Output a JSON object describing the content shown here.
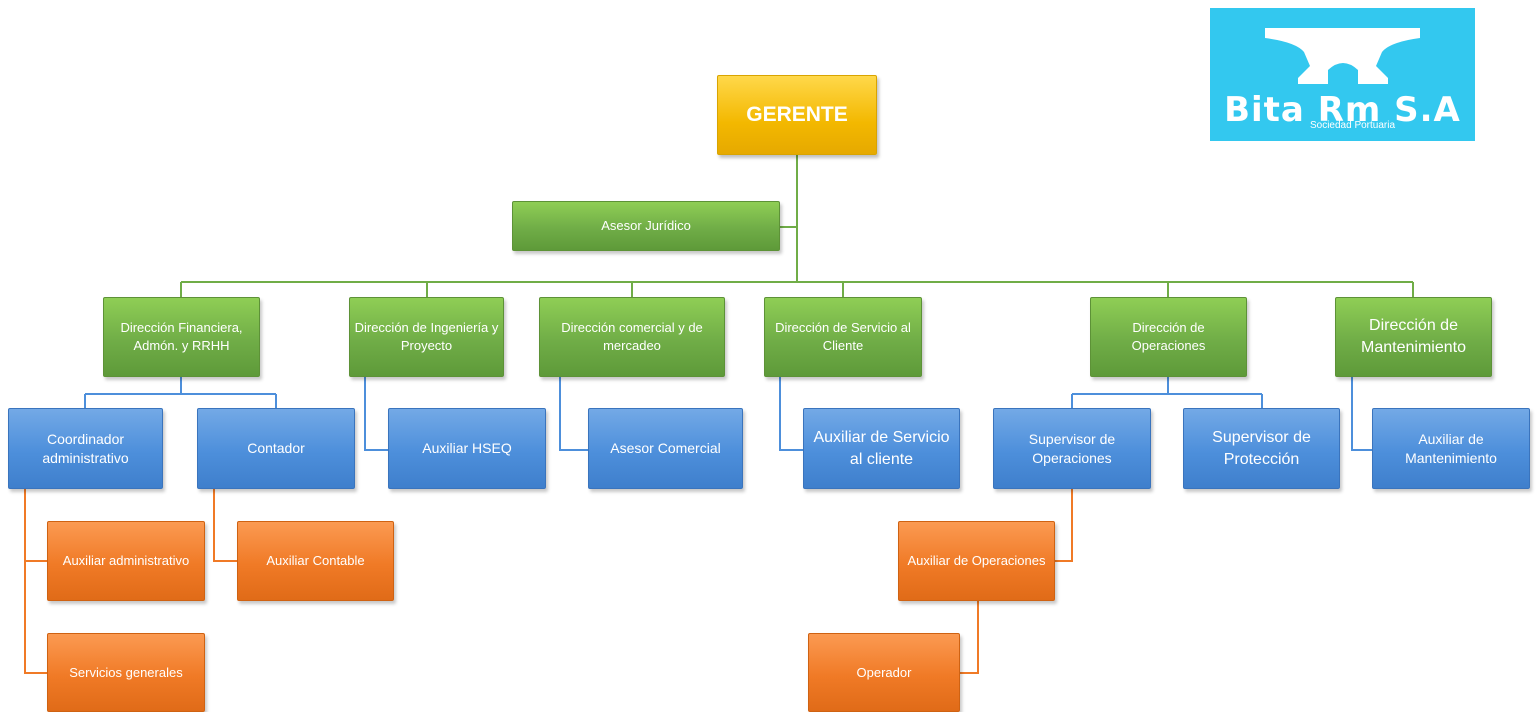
{
  "logo": {
    "name": "Bita Rm S.A",
    "tagline": "Sociedad Portuaria"
  },
  "gerente": "GERENTE",
  "asesor_juridico": "Asesor Jurídico",
  "direcciones": {
    "financiera": "Dirección Financiera, Admón. y RRHH",
    "ingenieria": "Dirección de Ingeniería y Proyecto",
    "comercial": "Dirección comercial y de mercadeo",
    "servicio": "Dirección de Servicio al Cliente",
    "operaciones": "Dirección de Operaciones",
    "mantenimiento": "Dirección de Mantenimiento"
  },
  "nivel3": {
    "coordinador": "Coordinador administrativo",
    "contador": "Contador",
    "hseq": "Auxiliar HSEQ",
    "asesor_comercial": "Asesor Comercial",
    "aux_servicio": "Auxiliar de Servicio al cliente",
    "supervisor_operaciones": "Supervisor de Operaciones",
    "supervisor_proteccion": "Supervisor de Protección",
    "aux_mantenimiento": "Auxiliar de Mantenimiento"
  },
  "nivel4": {
    "aux_administrativo": "Auxiliar administrativo",
    "servicios_generales": "Servicios generales",
    "aux_contable": "Auxiliar Contable",
    "aux_operaciones": "Auxiliar de Operaciones",
    "operador": "Operador"
  },
  "colors": {
    "gold": "#f3b800",
    "green": "#70ad47",
    "blue": "#4d8fdb",
    "orange": "#f07a26",
    "logo_bg": "#33c8ef"
  }
}
